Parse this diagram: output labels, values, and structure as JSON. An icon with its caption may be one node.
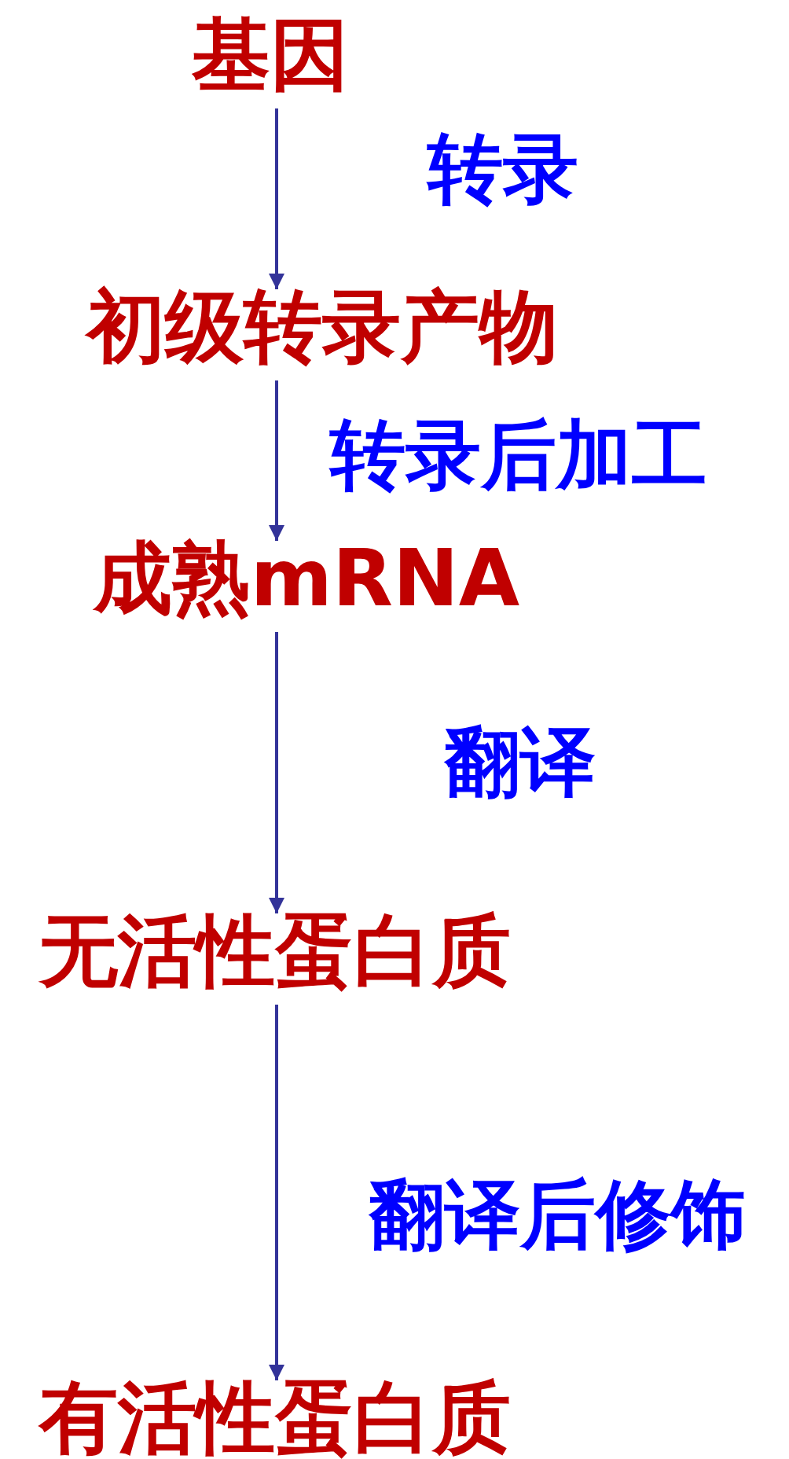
{
  "diagram": {
    "nodes": [
      {
        "text": [
          "基因"
        ]
      },
      {
        "text": [
          "初级转录产物"
        ]
      },
      {
        "text": [
          "成熟mRNA"
        ]
      },
      {
        "text": [
          "无活性蛋白质"
        ]
      },
      {
        "text": [
          "有活性蛋白质"
        ]
      }
    ],
    "edges": [
      {
        "from": 0,
        "to": 1,
        "arrow": "to",
        "label": "转录"
      },
      {
        "from": 1,
        "to": 2,
        "arrow": "to",
        "label": "转录后加工"
      },
      {
        "from": 2,
        "to": 3,
        "arrow": "to",
        "label": "翻译"
      },
      {
        "from": 3,
        "to": 4,
        "arrow": "to",
        "label": "翻译后修饰"
      }
    ]
  }
}
